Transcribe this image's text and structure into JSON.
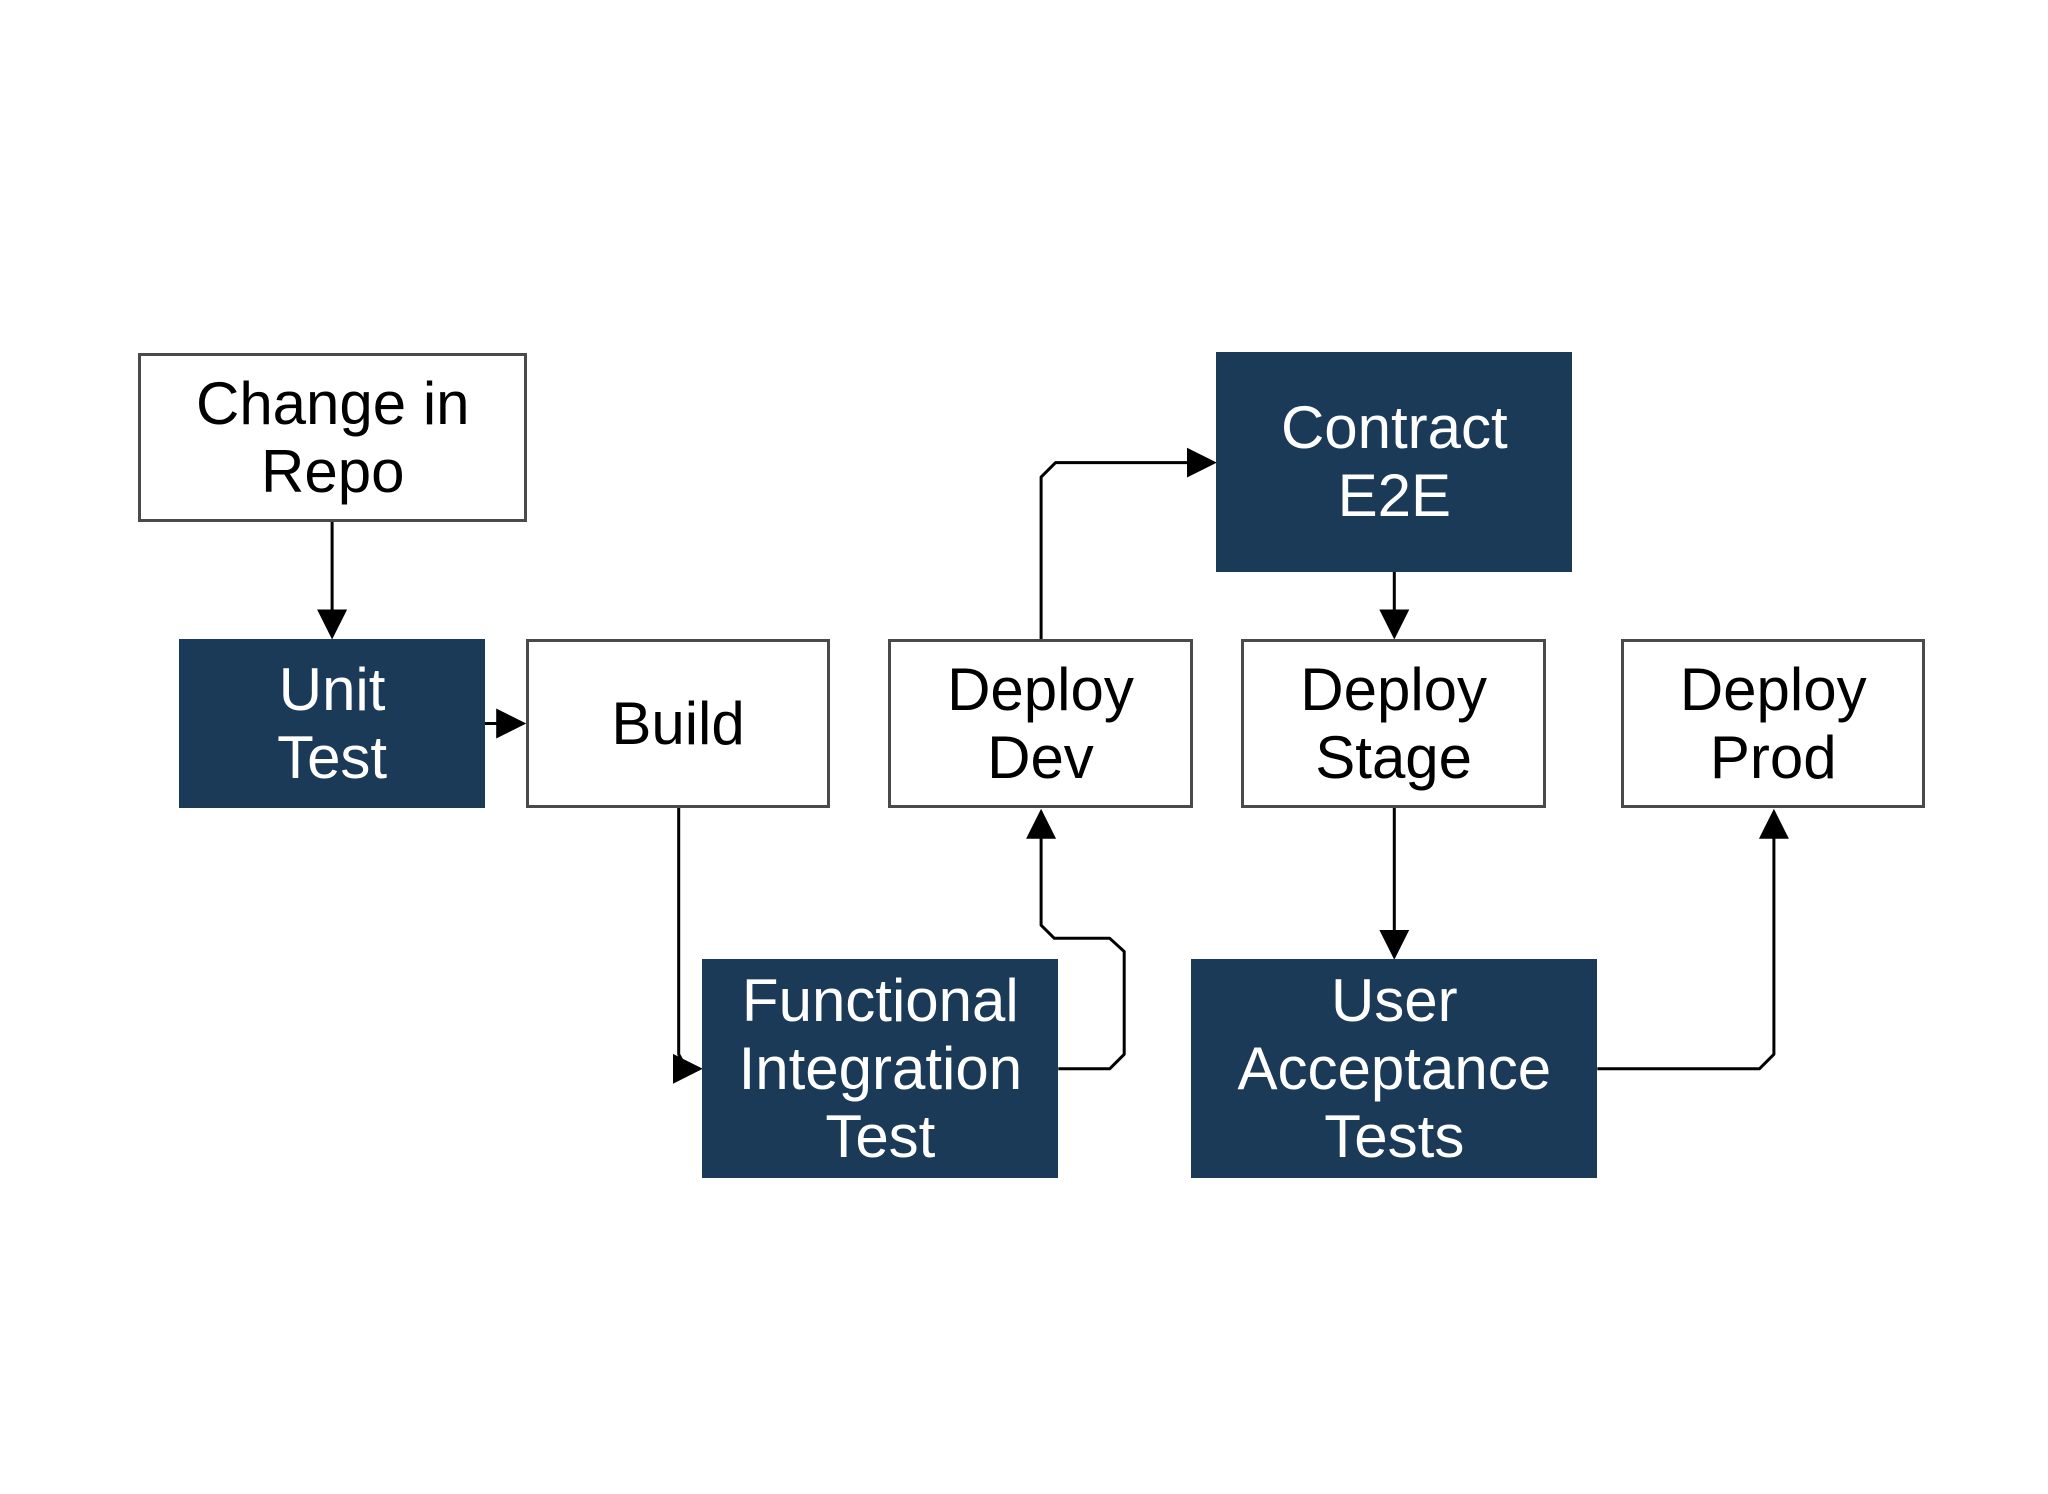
{
  "diagram": {
    "nodes": [
      {
        "id": "change-in-repo",
        "lines": [
          "Change in",
          "Repo"
        ],
        "style": "light"
      },
      {
        "id": "unit-test",
        "lines": [
          "Unit",
          "Test"
        ],
        "style": "dark"
      },
      {
        "id": "build",
        "lines": [
          "Build"
        ],
        "style": "light"
      },
      {
        "id": "functional-integration-test",
        "lines": [
          "Functional",
          "Integration",
          "Test"
        ],
        "style": "dark"
      },
      {
        "id": "deploy-dev",
        "lines": [
          "Deploy",
          "Dev"
        ],
        "style": "light"
      },
      {
        "id": "contract-e2e",
        "lines": [
          "Contract",
          "E2E"
        ],
        "style": "dark"
      },
      {
        "id": "deploy-stage",
        "lines": [
          "Deploy",
          "Stage"
        ],
        "style": "light"
      },
      {
        "id": "user-acceptance-tests",
        "lines": [
          "User",
          "Acceptance",
          "Tests"
        ],
        "style": "dark"
      },
      {
        "id": "deploy-prod",
        "lines": [
          "Deploy",
          "Prod"
        ],
        "style": "light"
      }
    ],
    "edges": [
      {
        "from": "change-in-repo",
        "to": "unit-test"
      },
      {
        "from": "unit-test",
        "to": "build"
      },
      {
        "from": "build",
        "to": "functional-integration-test"
      },
      {
        "from": "functional-integration-test",
        "to": "deploy-dev"
      },
      {
        "from": "deploy-dev",
        "to": "contract-e2e"
      },
      {
        "from": "contract-e2e",
        "to": "deploy-stage"
      },
      {
        "from": "deploy-stage",
        "to": "user-acceptance-tests"
      },
      {
        "from": "user-acceptance-tests",
        "to": "deploy-prod"
      }
    ],
    "colors": {
      "dark_fill": "#1b3a57",
      "light_fill": "#ffffff",
      "line": "#000000"
    }
  }
}
